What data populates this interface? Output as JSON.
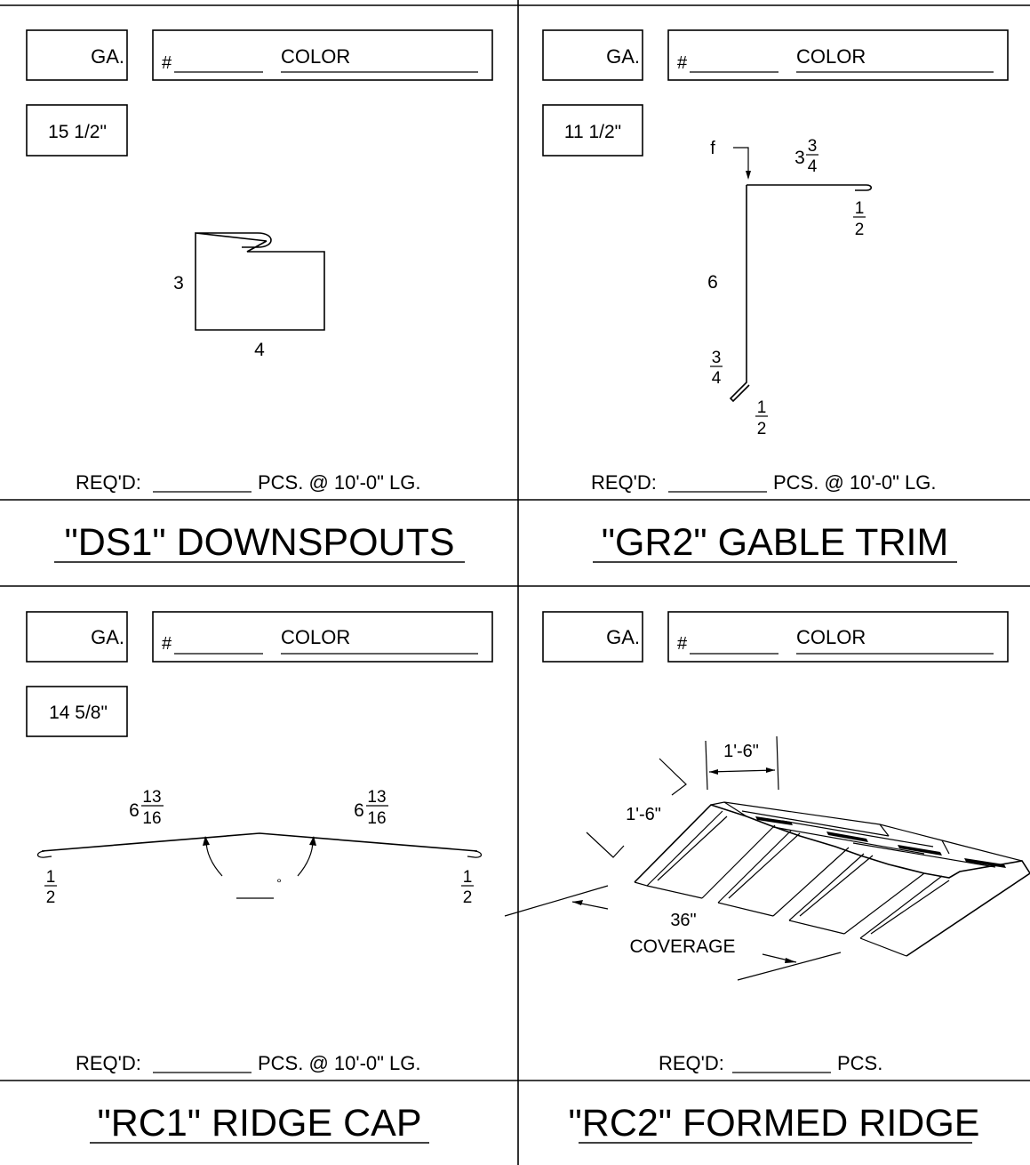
{
  "common": {
    "ga_label": "GA.",
    "hash_label": "#",
    "color_label": "COLOR"
  },
  "panels": [
    {
      "length": "15 1/2\"",
      "req_label": "REQ'D:",
      "req_suffix": "PCS. @ 10'-0\" LG.",
      "title": "\"DS1\" DOWNSPOUTS",
      "dims": {
        "height": "3",
        "width": "4"
      }
    },
    {
      "length": "11 1/2\"",
      "req_label": "REQ'D:",
      "req_suffix": "PCS. @ 10'-0\" LG.",
      "title": "\"GR2\" GABLE TRIM",
      "dims": {
        "f_label": "f",
        "top_whole": "3",
        "top_num": "3",
        "top_den": "4",
        "top_hem_num": "1",
        "top_hem_den": "2",
        "height": "6",
        "kick_num": "3",
        "kick_den": "4",
        "bottom_hem_num": "1",
        "bottom_hem_den": "2"
      }
    },
    {
      "length": "14 5/8\"",
      "req_label": "REQ'D:",
      "req_suffix": "PCS. @ 10'-0\" LG.",
      "title": "\"RC1\" RIDGE CAP",
      "dims": {
        "left_whole": "6",
        "left_num": "13",
        "left_den": "16",
        "right_whole": "6",
        "right_num": "13",
        "right_den": "16",
        "left_hem_num": "1",
        "left_hem_den": "2",
        "right_hem_num": "1",
        "right_hem_den": "2",
        "angle_symbol": "°"
      }
    },
    {
      "req_label": "REQ'D:",
      "req_suffix": "PCS.",
      "title": "\"RC2\" FORMED RIDGE",
      "dims": {
        "top_width": "1'-6\"",
        "side_width": "1'-6\"",
        "coverage_value": "36\"",
        "coverage_label": "COVERAGE"
      }
    }
  ]
}
